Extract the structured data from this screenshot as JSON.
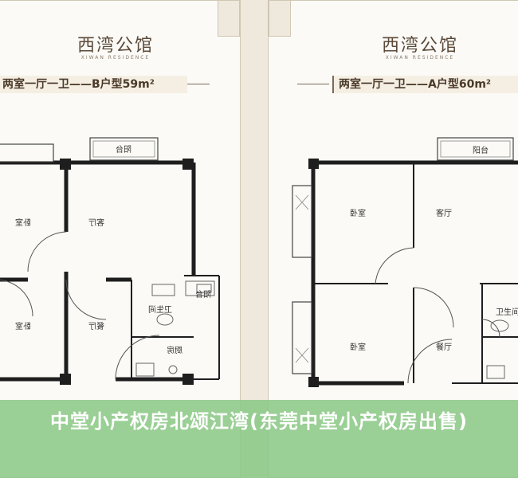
{
  "left_plan": {
    "brand": "西湾公馆",
    "brand_sub": "XIWAN RESIDENCE",
    "title": "两室一厅一卫——B户型59m²",
    "rooms": {
      "bedroom_top": "卧室",
      "living_top": "客厅",
      "bedroom_bottom": "卧室",
      "dining": "餐厅",
      "balcony": "阳台",
      "bathroom": "卫生间",
      "utility": "阳台",
      "kitchen": "厨房"
    }
  },
  "right_plan": {
    "brand": "西湾公馆",
    "brand_sub": "XIWAN RESIDENCE",
    "title": "两室一厅一卫——A户型60m²",
    "rooms": {
      "balcony": "阳台",
      "bedroom_top": "卧室",
      "living": "客厅",
      "bedroom_bottom": "卧室",
      "dining": "餐厅",
      "bathroom": "卫生间"
    }
  },
  "caption": "中堂小产权房北颂江湾(东莞中堂小产权房出售)",
  "colors": {
    "wall": "#1e1e1e",
    "caption_bg": "#8cc887",
    "paper": "#fbfaf6"
  }
}
